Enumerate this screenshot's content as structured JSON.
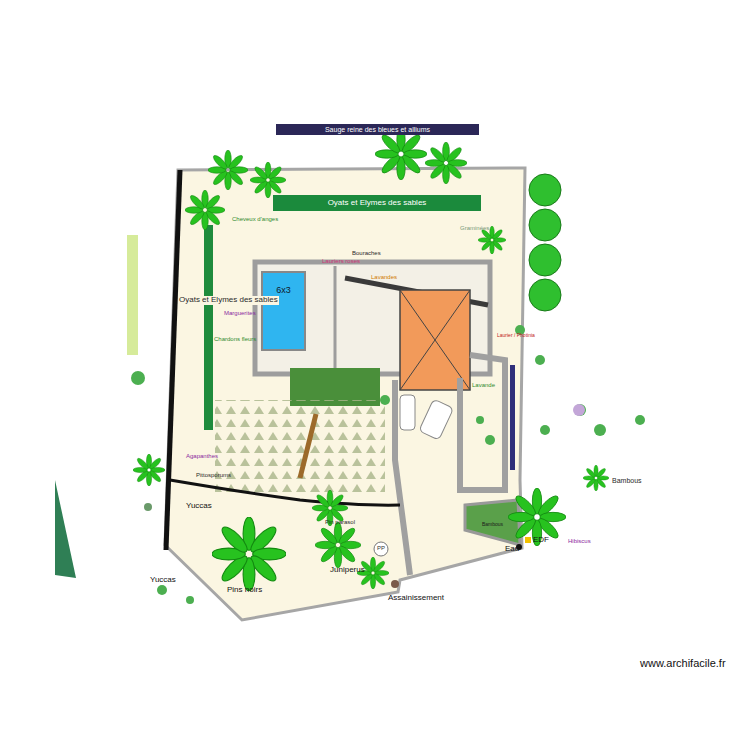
{
  "diagram": {
    "nodes": [
      {
        "text": [
          "Sauge reine des bleues et alliums"
        ]
      },
      {
        "text": [
          "Oyats et Elymes des sables"
        ]
      },
      {
        "text": [
          "6x3"
        ]
      }
    ],
    "labels": [
      "Cheveux d'anges",
      "Marguerites",
      "Oyats et Elymes des sables",
      "Chardons fleurs",
      "Lauriers roses",
      "Bouraches",
      "Lavandes",
      "Agapanthes",
      "Pittosporums",
      "Yuccas",
      "Yuccas",
      "Pins noirs",
      "Juniperus",
      "Pin parasol",
      "Assainissement",
      "Eau",
      "EDF",
      "Bambous",
      "Hibiscus",
      "Graminées",
      "Lavande",
      "Bambous",
      "Laurier / Photinia",
      "PP",
      "www.archifacile.fr"
    ]
  }
}
